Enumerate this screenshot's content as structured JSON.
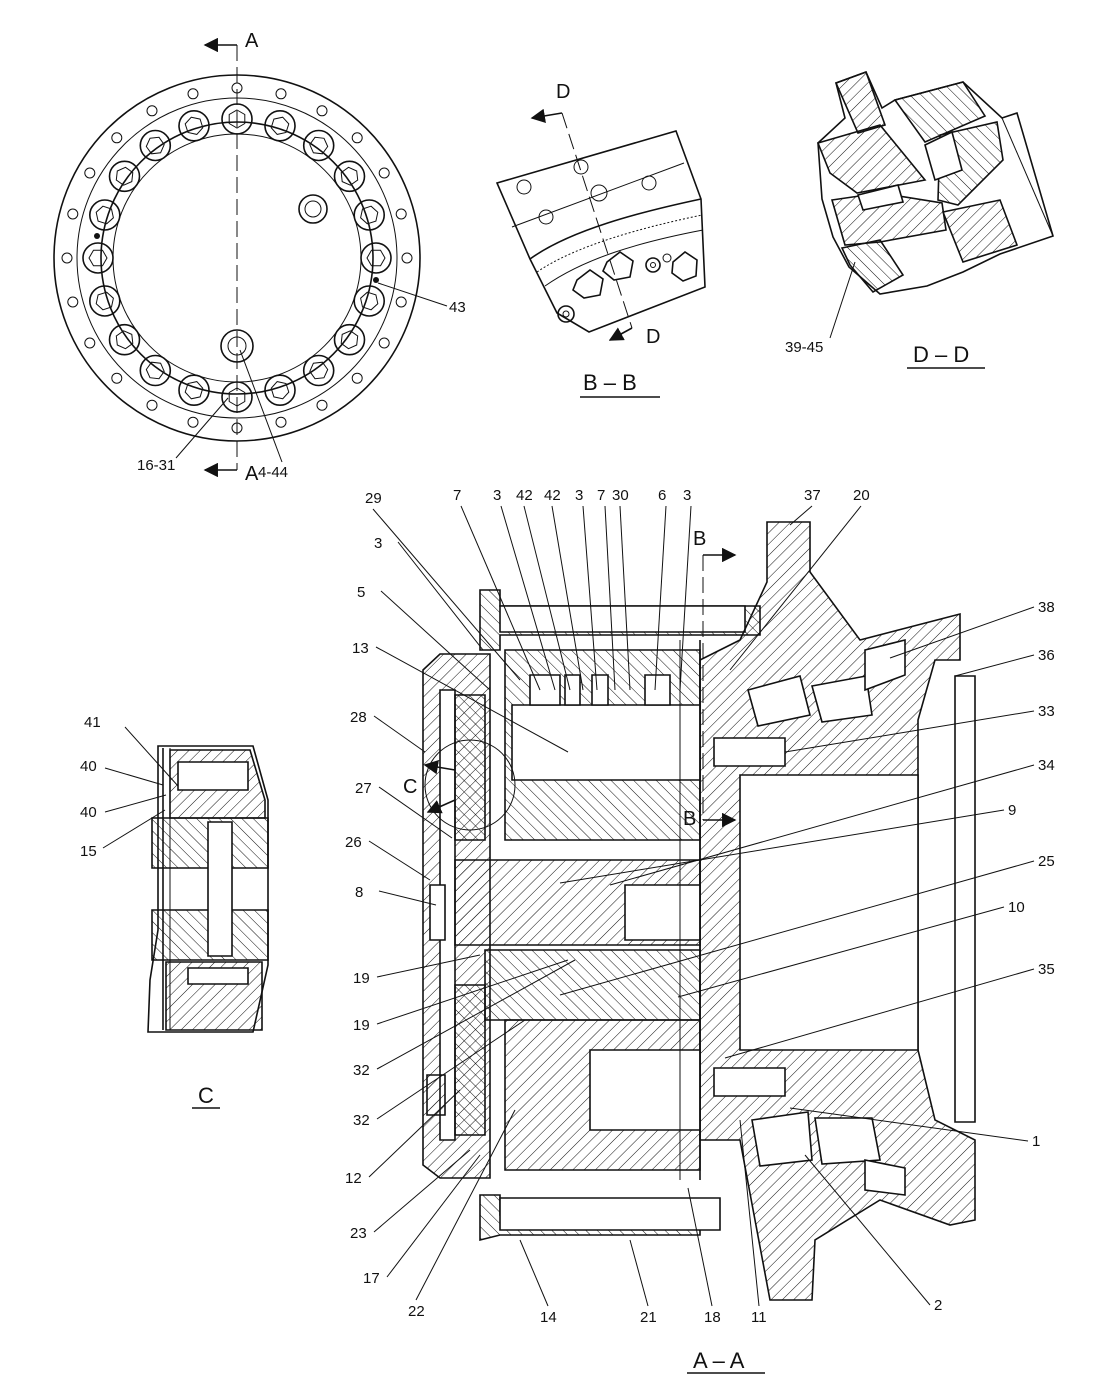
{
  "views": {
    "aa": {
      "title": "A – A",
      "callouts": [
        "29",
        "7",
        "3",
        "42",
        "42",
        "3",
        "7",
        "30",
        "6",
        "3",
        "37",
        "20",
        "38",
        "36",
        "33",
        "34",
        "9",
        "25",
        "10",
        "35",
        "1",
        "2",
        "11",
        "18",
        "21",
        "14",
        "22",
        "17",
        "23",
        "12",
        "32",
        "32",
        "19",
        "19",
        "8",
        "26",
        "27",
        "13",
        "5",
        "3",
        "28"
      ],
      "section_b_top": "B",
      "section_b_bottom": "B",
      "detail_c": "C"
    },
    "bb": {
      "title": "B – B",
      "section_d_top": "D",
      "section_d_bottom": "D"
    },
    "dd": {
      "title": "D – D",
      "callouts": [
        "39-45"
      ]
    },
    "c": {
      "title": "C",
      "callouts": [
        "41",
        "40",
        "40",
        "15"
      ]
    },
    "top": {
      "section_a_top": "A",
      "section_a_bottom": "A",
      "callouts": [
        "43",
        "16-31",
        "4-44"
      ]
    }
  },
  "colors": {
    "ink": "#111111",
    "paper": "#ffffff"
  }
}
